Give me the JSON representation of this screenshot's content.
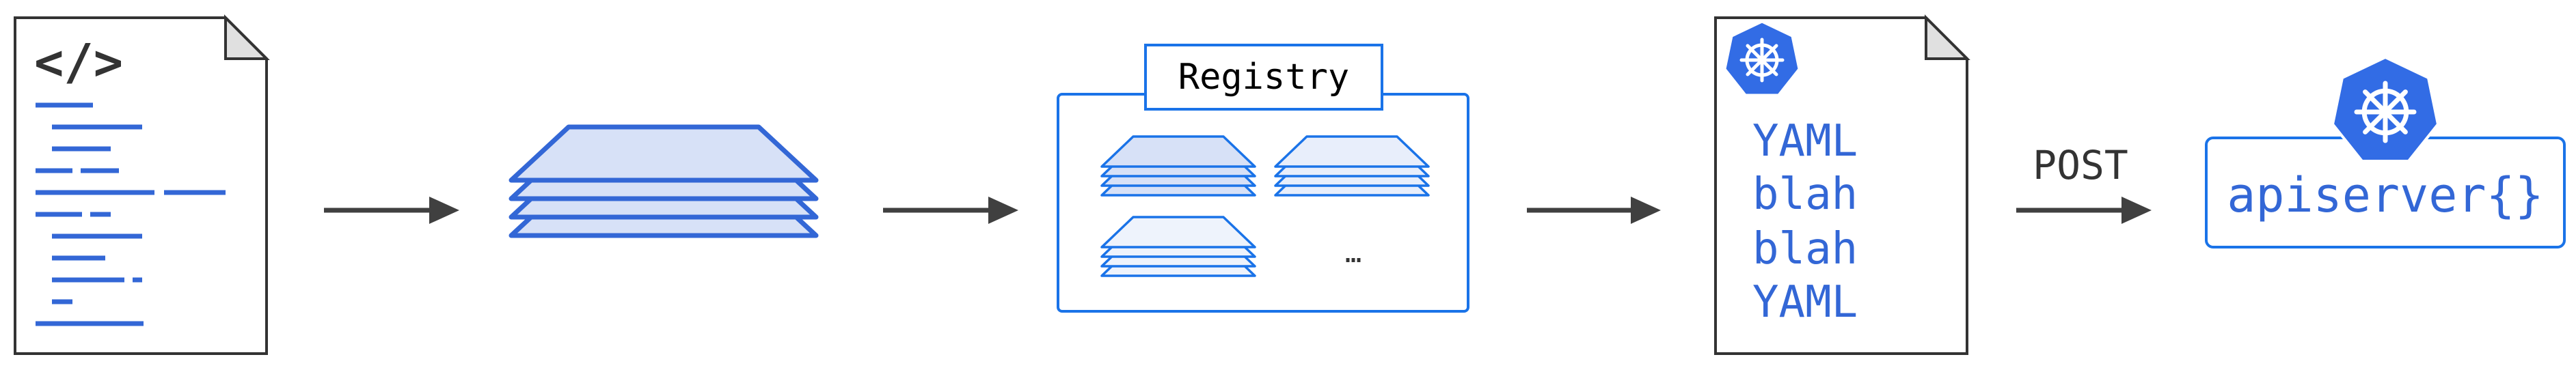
{
  "source_doc": {
    "code_glyph": "</>"
  },
  "registry": {
    "label": "Registry",
    "more": "…"
  },
  "manifest": {
    "lines": [
      "YAML",
      "blah",
      "blah",
      "YAML"
    ]
  },
  "post_arrow": {
    "label": "POST"
  },
  "apiserver": {
    "label": "apiserver{}"
  },
  "colors": {
    "accent": "#3367d6",
    "layer_fill": "#d7e1f7",
    "registry_stroke": "#1a73e8",
    "k8s_blue": "#326ce5",
    "doc_stroke": "#333333",
    "arrow": "#404040"
  }
}
